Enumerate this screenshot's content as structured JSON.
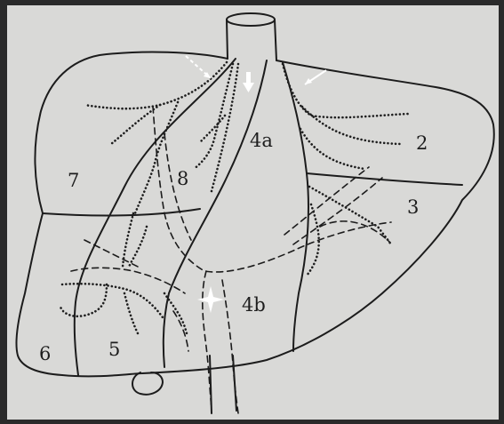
{
  "segments": [
    {
      "id": "seg-7",
      "label": "7"
    },
    {
      "id": "seg-8",
      "label": "8"
    },
    {
      "id": "seg-4a",
      "label": "4a"
    },
    {
      "id": "seg-2",
      "label": "2"
    },
    {
      "id": "seg-3",
      "label": "3"
    },
    {
      "id": "seg-4b",
      "label": "4b"
    },
    {
      "id": "seg-6",
      "label": "6"
    },
    {
      "id": "seg-5",
      "label": "5"
    }
  ],
  "colors": {
    "paper": "#d9d9d7",
    "ink": "#1c1c1c",
    "arrow": "#ffffff",
    "border": "#2a2a2a"
  },
  "markers": {
    "thick_arrow": "white-thick-arrow",
    "thin_arrow": "white-thin-arrow",
    "dashed_arrow": "white-dashed-arrow",
    "star": "white-four-point-star"
  }
}
